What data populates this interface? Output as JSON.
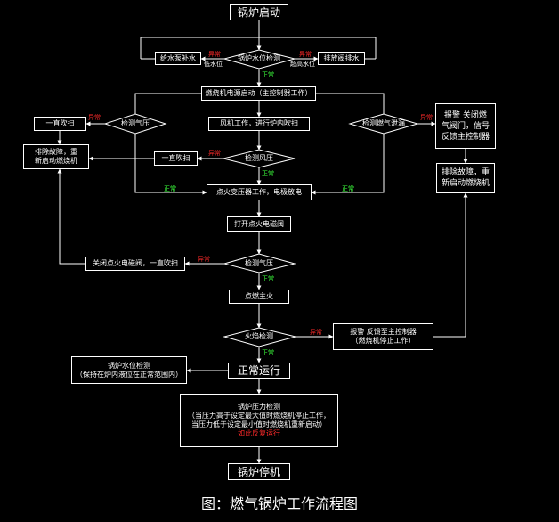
{
  "nodes": {
    "boiler_start": "锅炉启动",
    "feed_pump": "给水泵补水",
    "water_level_check": "锅炉水位检测",
    "drain_valve": "排放阀排水",
    "burner_start": "燃烧机电源启动（主控制器工作）",
    "purge_always_1": "一直吹扫",
    "detect_air_pressure_1": "检测气压",
    "fan_purge": "风机工作，进行炉内吹扫",
    "detect_gas_leak": "检测燃气泄漏",
    "alarm_shutoff": "报警  关闭燃\n气阀门，信号\n反馈主控制器",
    "fault_restart_1": "排除故障，重\n新启动燃烧机",
    "purge_always_2": "一直吹扫",
    "detect_air_pressure_2": "检测风压",
    "fault_restart_2": "排除故障，重\n新启动燃烧机",
    "ignition_transformer": "点火变压器工作，电极放电",
    "open_ignition_valve": "打开点火电磁阀",
    "close_ignition_valve": "关闭点火电磁阀，一直吹扫",
    "detect_gas_pressure": "检测气压",
    "ignite_main_fire": "点燃主火",
    "flame_detect": "火焰检测",
    "alarm_feedback": "报警  反馈至主控制器\n（燃烧机停止工作）",
    "normal_running": "正常运行",
    "water_level_monitor": "锅炉水位检测\n（保持在炉内液位在正常范围内）",
    "pressure_detect_title": "锅炉压力检测",
    "pressure_detect_line1": "（当压力高于设定最大值时燃烧机停止工作，",
    "pressure_detect_line2": "当压力低于设定最小值时燃烧机重新启动）",
    "pressure_detect_line3": "如此反复运行",
    "boiler_stop": "锅炉停机"
  },
  "labels": {
    "abnormal_left": "异常",
    "low_level": "低水位",
    "abnormal_right": "异常",
    "high_level": "超高水位",
    "normal_1": "正常",
    "abnormal_air1": "异常",
    "abnormal_gas": "异常",
    "abnormal_air2": "异常",
    "normal_air2": "正常",
    "normal_left_bus": "正常",
    "normal_right_bus": "正常",
    "abnormal_gaspress": "异常",
    "normal_gaspress": "正常",
    "abnormal_flame": "异常",
    "normal_flame": "正常"
  },
  "caption": "图：燃气锅炉工作流程图",
  "colors": {
    "background": "#000000",
    "line": "#ffffff",
    "abnormal": "#ff2a2a",
    "normal": "#3cff3c"
  }
}
